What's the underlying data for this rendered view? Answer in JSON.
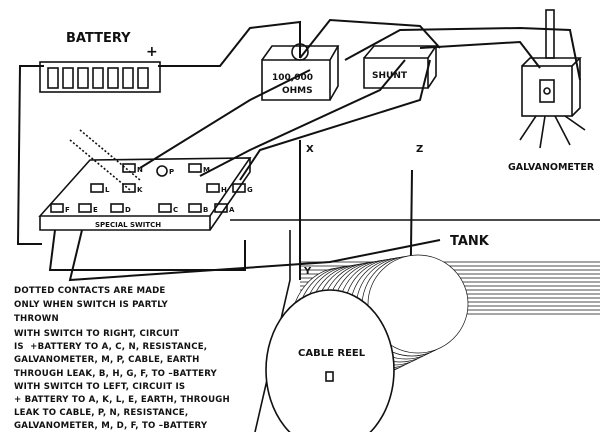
{
  "labels": {
    "battery": "BATTERY",
    "plus": "+",
    "resistance_value": "100,000",
    "resistance_unit": "OHMS",
    "shunt": "SHUNT",
    "galvanometer": "GALVANOMETER",
    "x": "X",
    "z": "Z",
    "y": "Y",
    "tank": "TANK",
    "cable_reel": "CABLE REEL",
    "special_switch": "SPECIAL SWITCH"
  },
  "contacts": [
    "N",
    "P",
    "M",
    "L",
    "K",
    "H",
    "G",
    "F",
    "E",
    "D",
    "C",
    "B",
    "A"
  ],
  "notes": {
    "dotted": [
      "DOTTED CONTACTS ARE MADE",
      "ONLY WHEN SWITCH IS PARTLY",
      "THROWN"
    ],
    "circuit": [
      "WITH SWITCH TO RIGHT, CIRCUIT",
      "IS  +BATTERY TO A, C, N, RESISTANCE,",
      "GALVANOMETER, M, P, CABLE, EARTH",
      "THROUGH LEAK, B, H, G, F, TO –BATTERY",
      "WITH SWITCH TO LEFT, CIRCUIT IS",
      "+ BATTERY TO A, K, L, E, EARTH, THROUGH",
      "LEAK TO CABLE, P, N, RESISTANCE,",
      "GALVANOMETER, M, D, F, TO –BATTERY"
    ]
  }
}
